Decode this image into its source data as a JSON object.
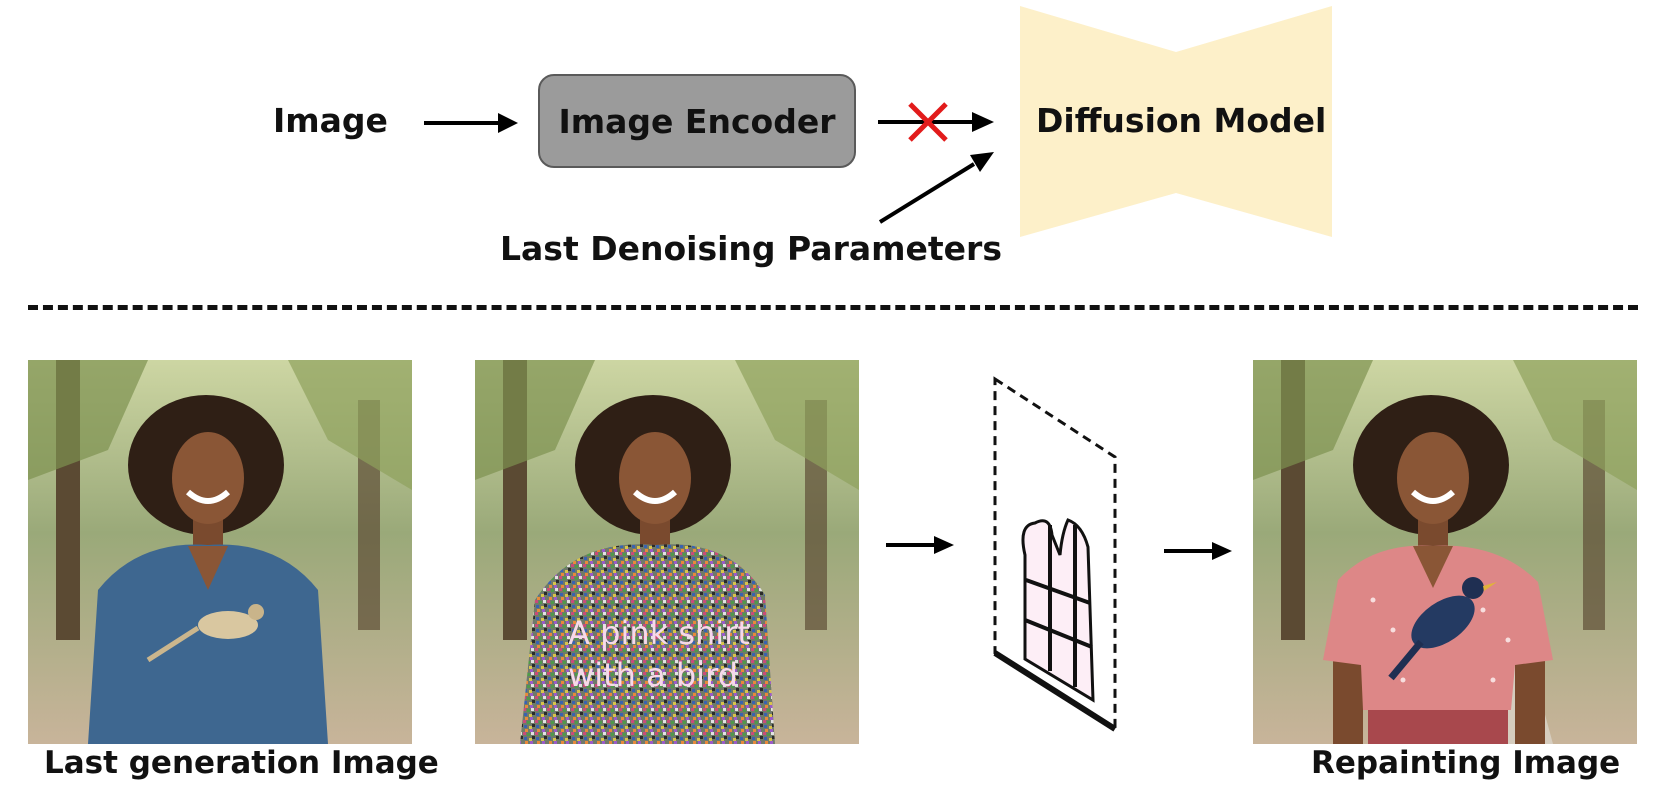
{
  "top": {
    "input_label": "Image",
    "encoder_label": "Image Encoder",
    "model_label": "Diffusion Model",
    "params_label": "Last Denoising Parameters"
  },
  "bottom": {
    "left_caption": "Last generation Image",
    "noised_text_line1": "A pink shirt",
    "noised_text_line2": "with a bird",
    "right_caption": "Repainting Image"
  },
  "colors": {
    "model_fill": "#fdf0c9",
    "encoder_fill": "#9b9b9b",
    "cross": "#e21b1b",
    "denim": "#3e6790",
    "pink_shirt": "#dd8787"
  },
  "icons": {
    "cross": "cross-icon",
    "arrows": "arrow-right-icon",
    "mask_plane": "mask-plane-icon"
  }
}
